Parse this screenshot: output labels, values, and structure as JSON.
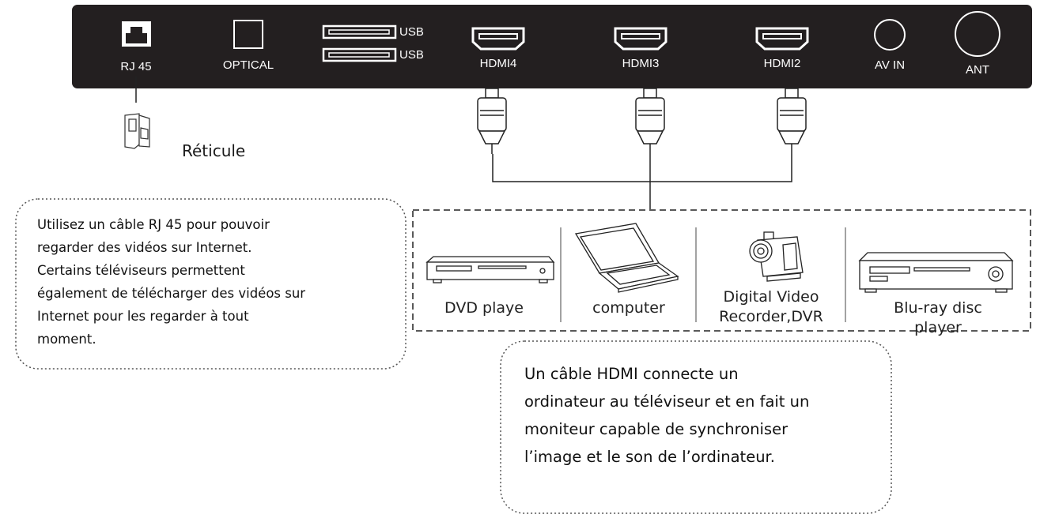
{
  "panel": {
    "ports": {
      "rj45": "RJ 45",
      "optical": "OPTICAL",
      "usb1": "USB",
      "usb2": "USB",
      "hdmi4": "HDMI4",
      "hdmi3": "HDMI3",
      "hdmi2": "HDMI2",
      "av_in": "AV IN",
      "ant": "ANT"
    },
    "colors": {
      "panel": "#231f20",
      "text": "#ffffff"
    }
  },
  "network": {
    "label": "Réticule"
  },
  "devices": [
    {
      "label": "DVD playe"
    },
    {
      "label": "computer"
    },
    {
      "label_line1": "Digital Video",
      "label_line2": "Recorder,DVR"
    },
    {
      "label": "Blu-ray disc player"
    }
  ],
  "notes": {
    "rj45_note": [
      "Utilisez un câble RJ 45 pour pouvoir",
      "regarder des vidéos sur Internet.",
      "Certains téléviseurs permettent",
      "également de télécharger des vidéos sur",
      "Internet pour les regarder à tout",
      "moment."
    ],
    "hdmi_note": [
      "Un câble HDMI connecte un",
      "ordinateur au téléviseur et en fait un",
      "moniteur capable de synchroniser",
      "l’image et le son de l’ordinateur."
    ]
  }
}
